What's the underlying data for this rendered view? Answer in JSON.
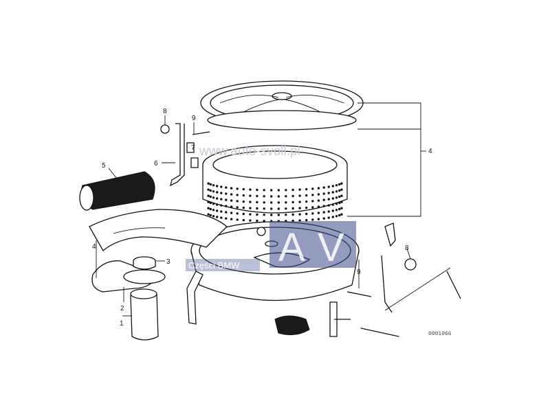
{
  "callouts": {
    "c1": "1",
    "c2": "2",
    "c3": "3",
    "c4_left": "4",
    "c4_right": "4",
    "c5": "5",
    "c6": "6",
    "c7": "7",
    "c8_top": "8",
    "c8_right": "8",
    "c9_top": "9",
    "c9_right": "9"
  },
  "watermarks": {
    "site": "www.auto-svoll.pl",
    "parts": "Części BMW",
    "logo_a": "A",
    "logo_v": "V"
  },
  "document_number": "0001966",
  "colors": {
    "line": "#111111",
    "watermark_logo": "#3a4a8a",
    "watermark_text": "#c9ccd6"
  }
}
